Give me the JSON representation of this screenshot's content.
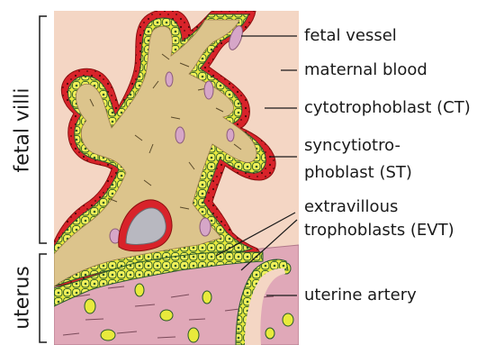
{
  "labels": {
    "fetal_vessel": "fetal vessel",
    "maternal_blood": "maternal blood",
    "cytotrophoblast": "cytotrophoblast (CT)",
    "syncytio_line1": "syncytiotro-",
    "syncytio_line2": "phoblast (ST)",
    "evt_line1": "extravillous",
    "evt_line2": "trophoblasts (EVT)",
    "uterine_artery": "uterine artery"
  },
  "brackets": {
    "fetal_villi": "fetal villi",
    "uterus": "uterus"
  },
  "colors": {
    "maternal_blood": "#f4d6c4",
    "syncytiotrophoblast": "#d8232a",
    "cytotrophoblast": "#e8ea3c",
    "villus_core": "#dcc48c",
    "fetal_vessel": "#d6a6c8",
    "uterus_tissue": "#e0a8b8",
    "cell_outline": "#2a5a2a"
  }
}
